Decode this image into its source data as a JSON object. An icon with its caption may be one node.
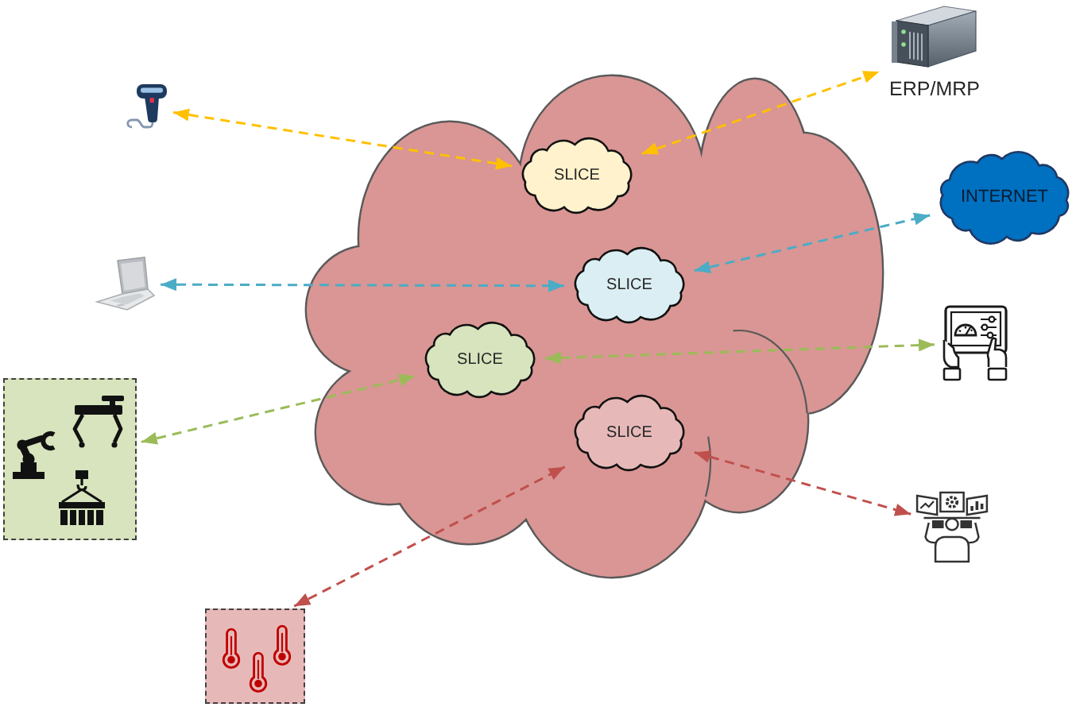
{
  "diagram": {
    "nodes": [
      {
        "text": [],
        "shape": "cloud"
      },
      {
        "text": [
          "SLICE"
        ],
        "in": 0
      },
      {
        "text": [
          "SLICE"
        ],
        "in": 0
      },
      {
        "text": [
          "SLICE"
        ],
        "in": 0
      },
      {
        "text": [
          "SLICE"
        ],
        "in": 0
      },
      {
        "text": [],
        "shape": "picture"
      },
      {
        "text": [
          "ERP/MRP"
        ]
      },
      {
        "text": [
          "INTERNET"
        ]
      },
      {
        "text": [],
        "shape": "picture"
      },
      {
        "text": [],
        "shape": "picture"
      },
      {
        "text": [],
        "shape": "box"
      },
      {
        "text": [],
        "shape": "picture"
      },
      {
        "text": [],
        "shape": "box"
      }
    ],
    "edges": [
      {
        "from": 5,
        "to": 1,
        "arrow": "both",
        "style": "dashed",
        "color": "#ffc000"
      },
      {
        "from": 1,
        "to": 6,
        "arrow": "both",
        "style": "dashed",
        "color": "#ffc000"
      },
      {
        "from": 8,
        "to": 2,
        "arrow": "both",
        "style": "dashed",
        "color": "#4bacc6"
      },
      {
        "from": 2,
        "to": 7,
        "arrow": "both",
        "style": "dashed",
        "color": "#4bacc6"
      },
      {
        "from": 3,
        "to": 9,
        "arrow": "both",
        "style": "dashed",
        "color": "#9bbb59"
      },
      {
        "from": 10,
        "to": 3,
        "arrow": "both",
        "style": "dashed",
        "color": "#9bbb59"
      },
      {
        "from": 12,
        "to": 4,
        "arrow": "both",
        "style": "dashed",
        "color": "#c0504d"
      },
      {
        "from": 4,
        "to": 11,
        "arrow": "both",
        "style": "dashed",
        "color": "#c0504d"
      }
    ]
  }
}
